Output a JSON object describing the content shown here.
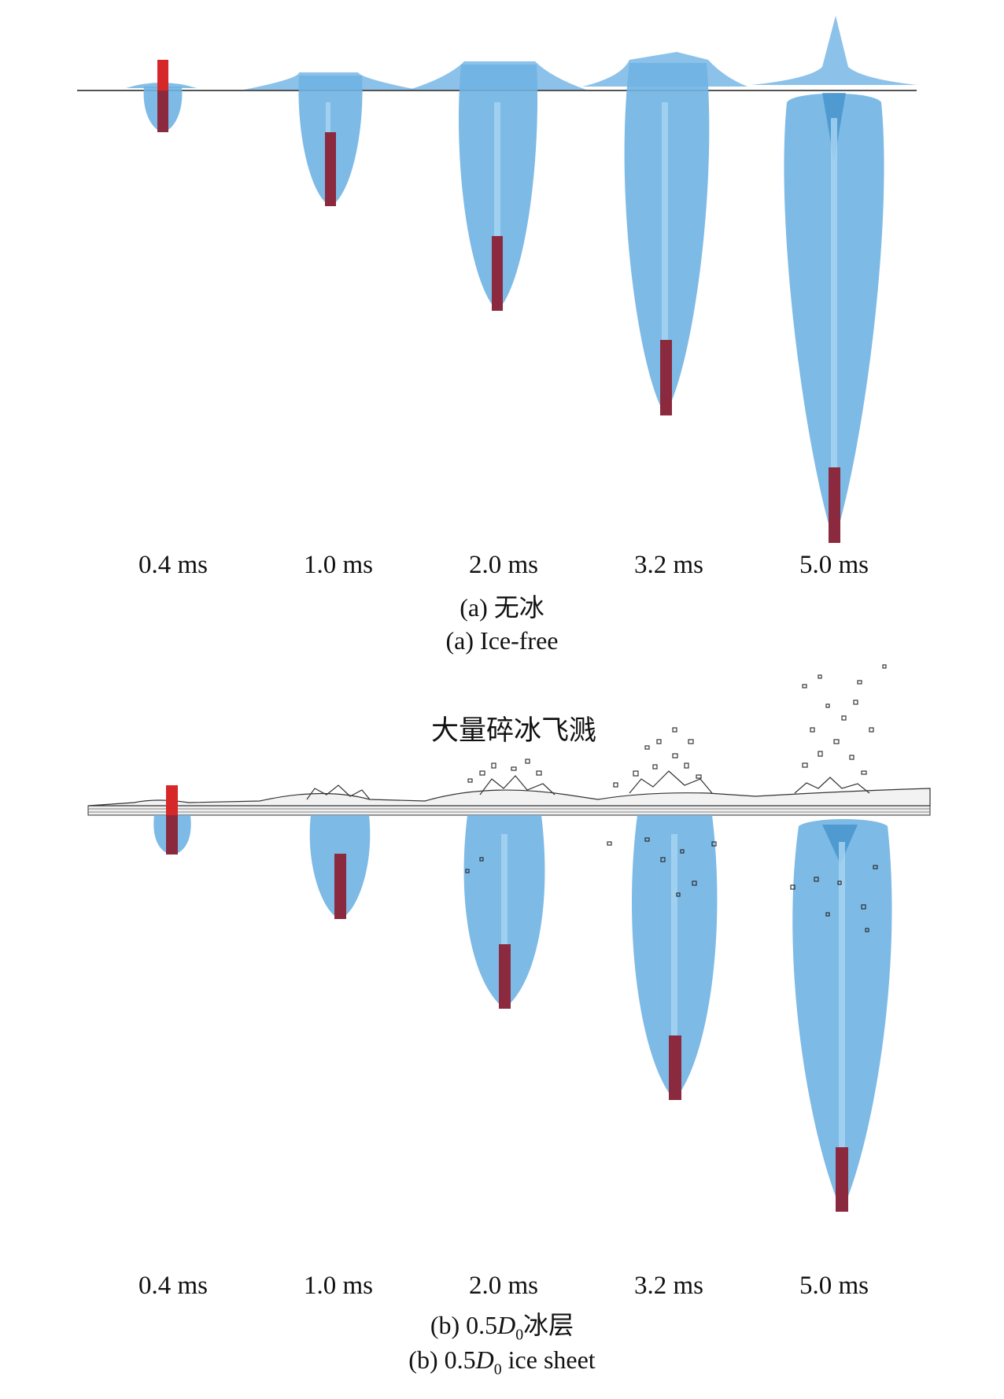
{
  "panel_a": {
    "time_labels": [
      "0.4 ms",
      "1.0 ms",
      "2.0 ms",
      "3.2 ms",
      "5.0 ms"
    ],
    "caption_cn": "(a) 无冰",
    "caption_en": "(a) Ice-free"
  },
  "panel_b": {
    "time_labels": [
      "0.4 ms",
      "1.0 ms",
      "2.0 ms",
      "3.2 ms",
      "5.0 ms"
    ],
    "annotation": "大量碎冰飞溅",
    "caption_cn_prefix": "(b) 0.5",
    "caption_cn_var": "D",
    "caption_cn_sub": "0",
    "caption_cn_suffix": "冰层",
    "caption_en_prefix": "(b) 0.5",
    "caption_en_var": "D",
    "caption_en_sub": "0",
    "caption_en_suffix": " ice sheet"
  },
  "colors": {
    "cavity": "#6fb3e3",
    "cavity_core": "#a9d6f3",
    "projectile": "#8b2a3e",
    "projectile_entry": "#d62828",
    "surface_line": "#555555",
    "ice_lines": "#333333"
  }
}
